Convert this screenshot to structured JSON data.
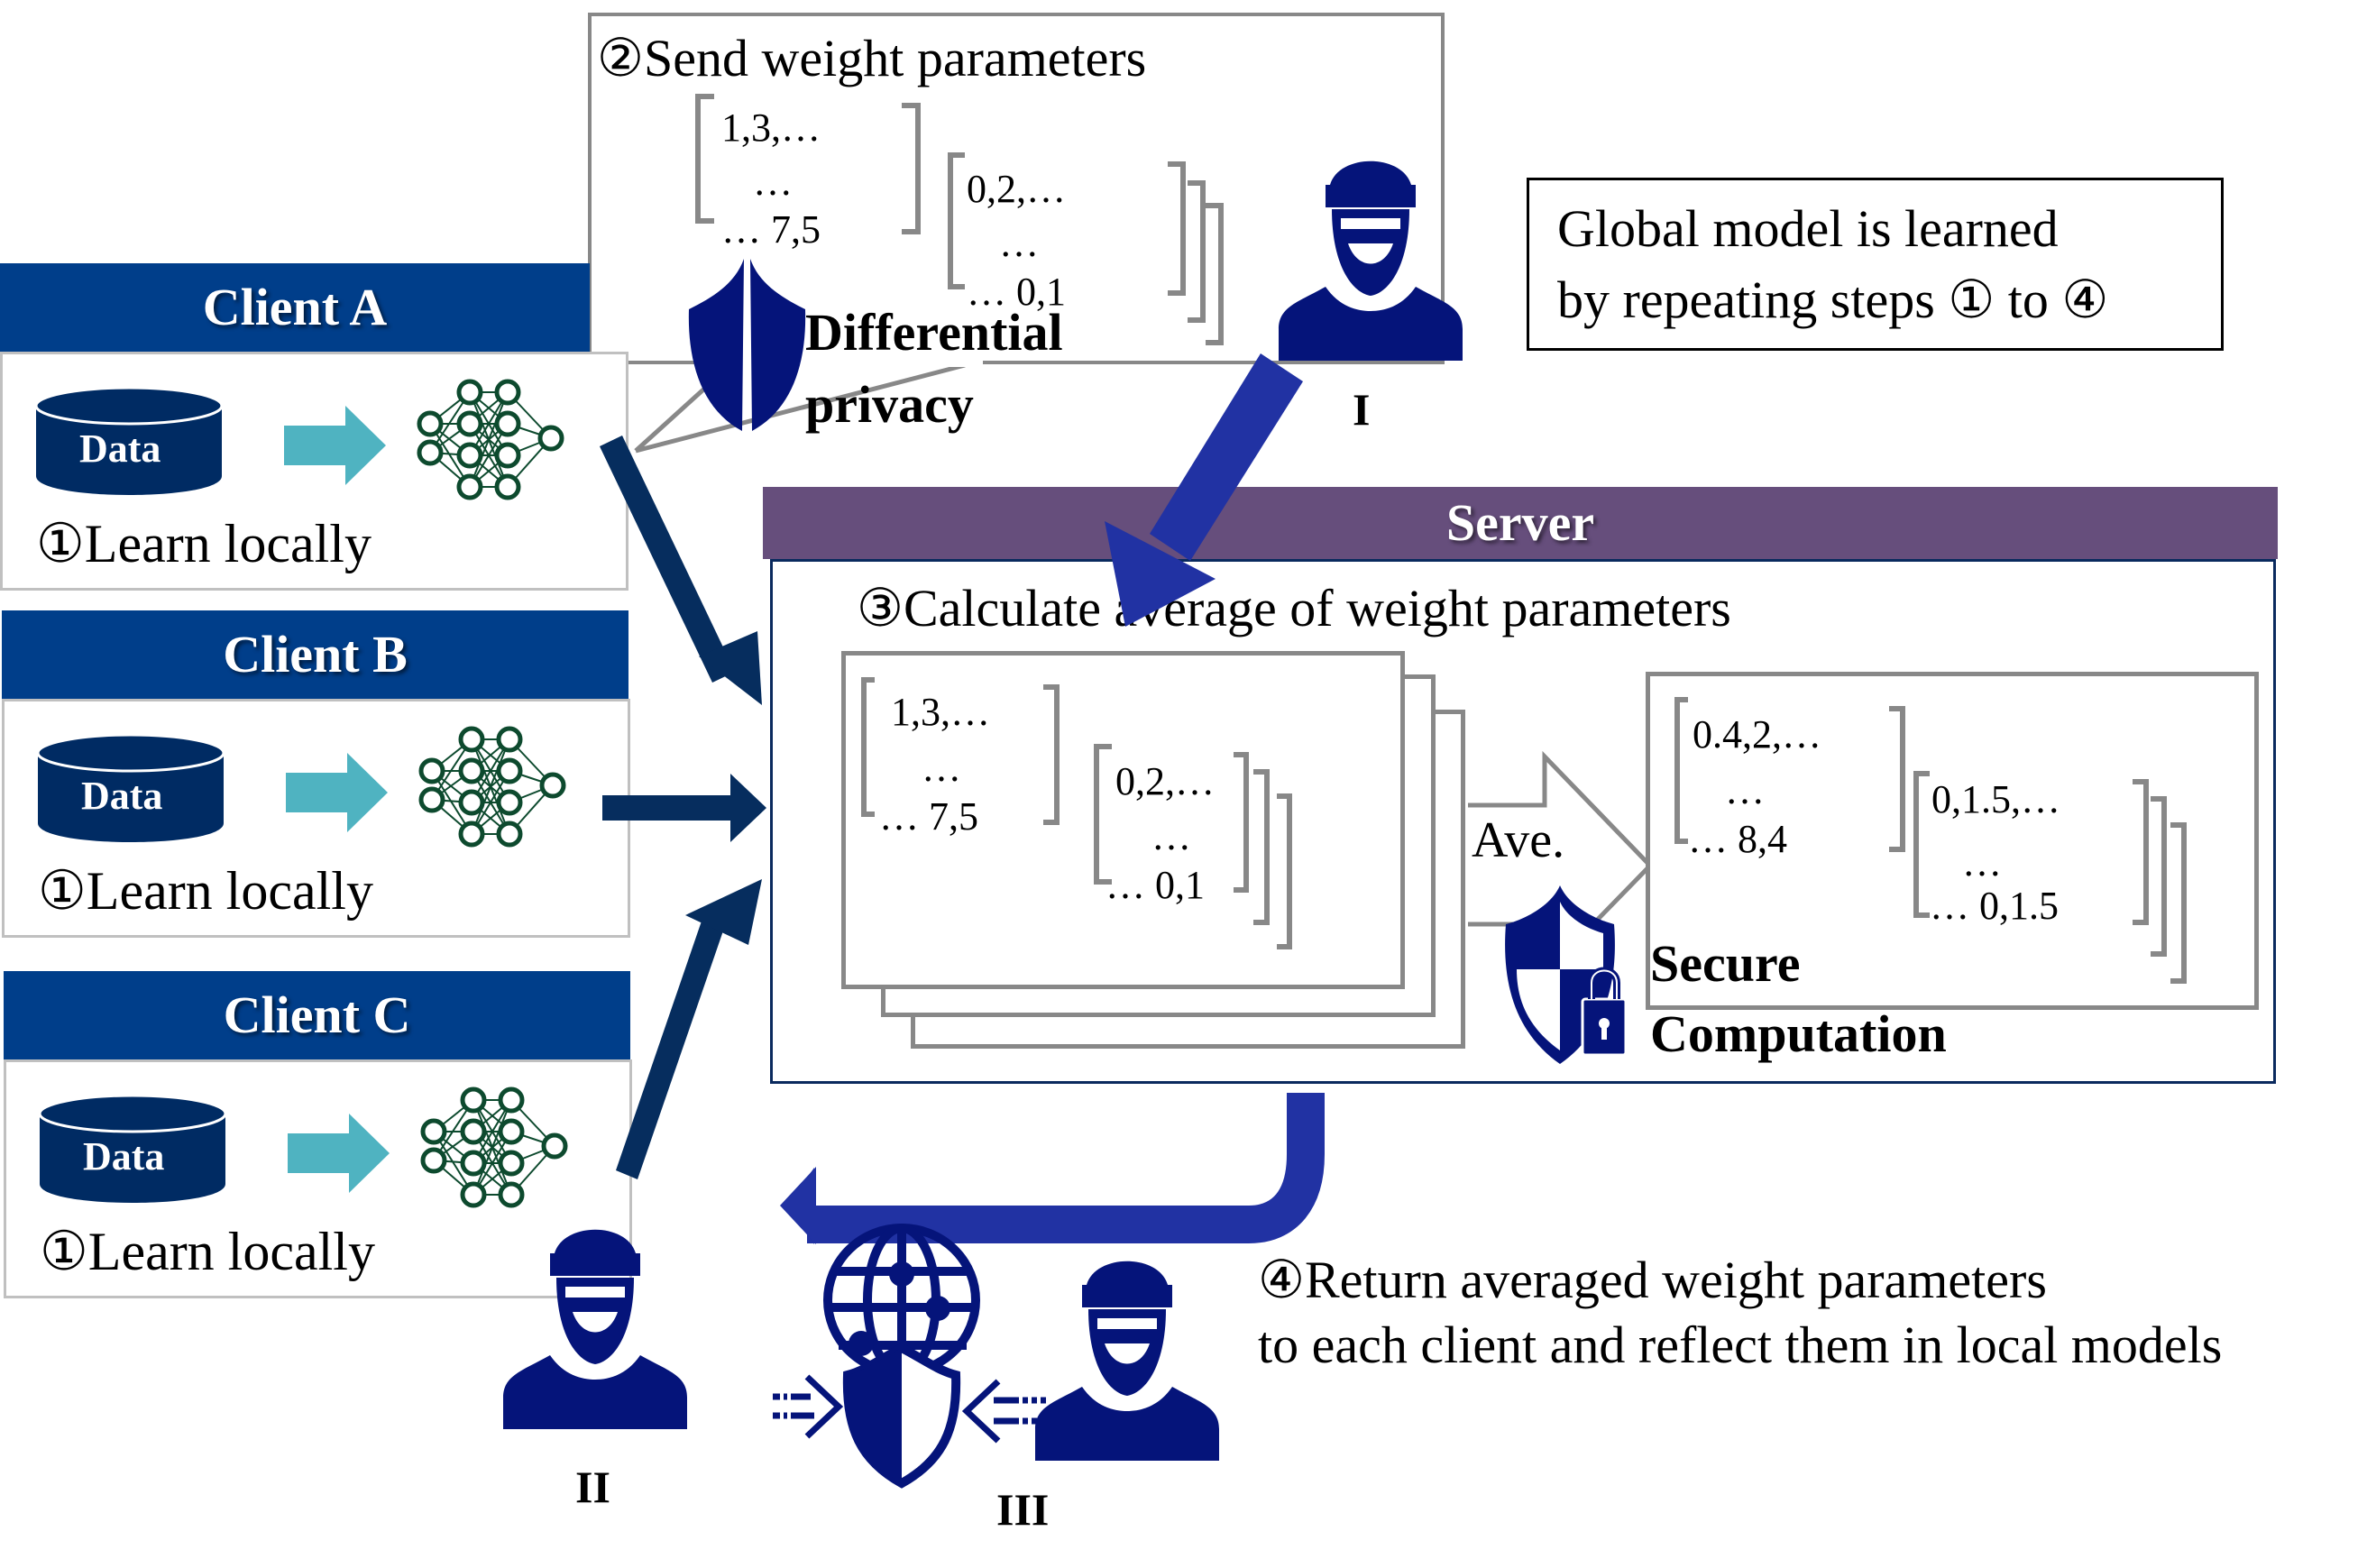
{
  "title": "Federated learning with privacy protections against attackers",
  "clients": [
    {
      "name": "Client A",
      "data_label": "Data",
      "step_label": "①Learn locally"
    },
    {
      "name": "Client B",
      "data_label": "Data",
      "step_label": "①Learn locally"
    },
    {
      "name": "Client C",
      "data_label": "Data",
      "step_label": "①Learn locally"
    }
  ],
  "send_box": {
    "title": "②Send weight parameters",
    "matrix1": [
      "1,3,…",
      "…",
      "…  7,5"
    ],
    "matrix2": [
      "0,2,…",
      "…",
      "…  0,1"
    ],
    "dp_label_line1": "Differential",
    "dp_label_line2": "privacy"
  },
  "note_box": {
    "line1": "Global model is learned",
    "line2": "by repeating steps ① to ④"
  },
  "server": {
    "title": "Server",
    "step_label": "③Calculate average of weight parameters",
    "input_matrix1": [
      "1,3,…",
      "…",
      "…  7,5"
    ],
    "input_matrix2": [
      "0,2,…",
      "…",
      "…  0,1"
    ],
    "ave_label": "Ave.",
    "output_matrix1": [
      "0.4,2,…",
      "…",
      "…  8,4"
    ],
    "output_matrix2": [
      "0,1.5,…",
      "…",
      "…  0,1.5"
    ],
    "sc_label_line1": "Secure",
    "sc_label_line2": "Computation"
  },
  "return_step": {
    "line1": "④Return averaged weight parameters",
    "line2": "to each client and reflect them in local models"
  },
  "attackers": [
    {
      "label": "I"
    },
    {
      "label": "II"
    },
    {
      "label": "III"
    }
  ],
  "colors": {
    "client_header": "#003e8a",
    "server_header": "#664e7c",
    "database": "#002b63",
    "teal_arrow": "#4fb3c1",
    "nn_green": "#0d4a2e",
    "dark_arrow": "#062d5e",
    "blue_arrow": "#2132a3",
    "icon_navy": "#05147a",
    "gray_border": "#888888"
  }
}
